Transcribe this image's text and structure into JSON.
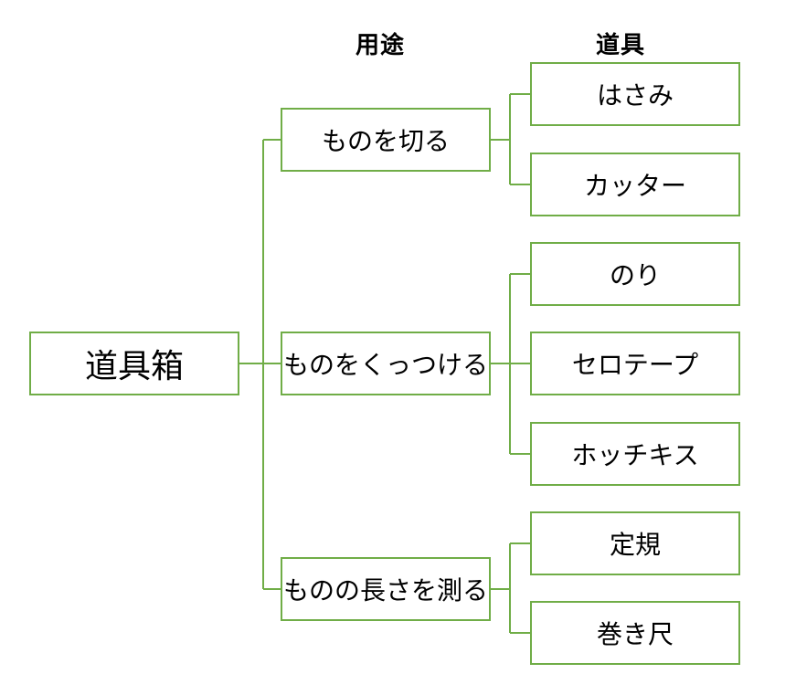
{
  "diagram": {
    "headers": {
      "purpose": "用途",
      "tool": "道具"
    },
    "root": {
      "label": "道具箱"
    },
    "branches": [
      {
        "label": "ものを切る",
        "tools": [
          "はさみ",
          "カッター"
        ]
      },
      {
        "label": "ものをくっつける",
        "tools": [
          "のり",
          "セロテープ",
          "ホッチキス"
        ]
      },
      {
        "label": "ものの長さを測る",
        "tools": [
          "定規",
          "巻き尺"
        ]
      }
    ],
    "colors": {
      "line": "#70AD47",
      "text": "#000000",
      "background": "#FFFFFF"
    }
  }
}
